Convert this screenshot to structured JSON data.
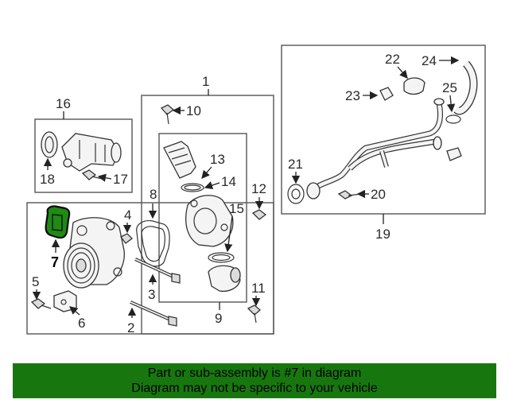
{
  "callouts": [
    "1",
    "2",
    "5",
    "6",
    "7",
    "8",
    "9",
    "10",
    "11",
    "12",
    "13",
    "14",
    "15",
    "16",
    "17",
    "18",
    "19",
    "20",
    "21",
    "22",
    "23",
    "24",
    "25",
    "3",
    "4"
  ],
  "highlighted_part": "7",
  "banner": {
    "line1": "Part or sub-assembly is #7 in diagram",
    "line2": "Diagram may not be specific to your vehicle"
  },
  "colors": {
    "banner_bg": "#17770e",
    "highlight": "#1f8a14",
    "line": "#333333"
  }
}
